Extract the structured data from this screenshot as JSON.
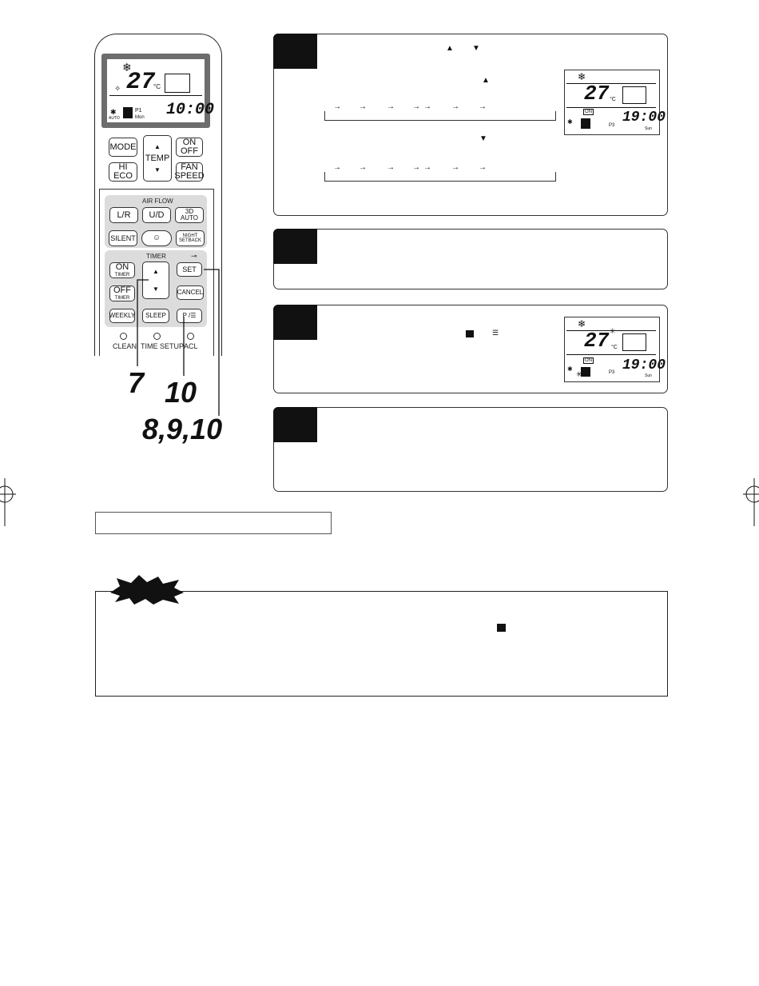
{
  "remote": {
    "lcd": {
      "temp": "27",
      "unit": "°C",
      "time": "10:00",
      "program": "P1",
      "day": "Mon",
      "fan_mode": "AUTO"
    },
    "buttons": {
      "mode": "MODE",
      "temp": "TEMP",
      "on_off": [
        "ON",
        "OFF"
      ],
      "hi_eco": [
        "HI",
        "ECO"
      ],
      "fan_speed": [
        "FAN",
        "SPEED"
      ],
      "lr": "L/R",
      "ud": "U/D",
      "auto3d": "3D AUTO",
      "silent": "SILENT",
      "night": [
        "NIGHT",
        "SETBACK"
      ],
      "on_timer": [
        "ON",
        "TIMER"
      ],
      "off_timer": [
        "OFF",
        "TIMER"
      ],
      "set": "SET",
      "cancel": "CANCEL",
      "weekly": "WEEKLY",
      "sleep": "SLEEP",
      "p": "P / "
    },
    "labels": {
      "airflow": "AIR FLOW",
      "timer": "TIMER",
      "clean": "CLEAN",
      "time_setup": "TIME SETUP",
      "acl": "ACL"
    },
    "callouts": [
      "7",
      "10",
      "8,9,10"
    ]
  },
  "steps": [
    {
      "display": {
        "temp": "27",
        "unit": "°C",
        "on": "ON",
        "program": "P3",
        "time": "19:00",
        "day": "Sun"
      }
    },
    {},
    {
      "display": {
        "temp": "27",
        "unit": "°C",
        "on": "ON",
        "program": "P3",
        "time": "19:00",
        "day": "Sun"
      }
    },
    {}
  ],
  "icons": [
    "up-triangle",
    "down-triangle",
    "snowflake",
    "arrow-right",
    "key",
    "weekly-timer",
    "signal"
  ]
}
